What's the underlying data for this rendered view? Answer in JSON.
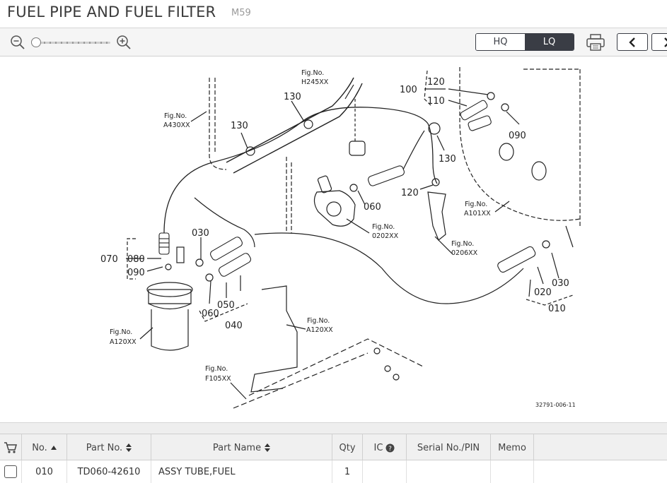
{
  "header": {
    "title": "FUEL PIPE AND FUEL FILTER",
    "subtitle": "M59"
  },
  "toolbar": {
    "quality_options": [
      "HQ",
      "LQ"
    ],
    "selected_quality": "LQ",
    "zoom_level": 0
  },
  "diagram": {
    "labels": {
      "n130a": "130",
      "n130b": "130",
      "n130c": "130",
      "n100": "100",
      "n120a": "120",
      "n110": "110",
      "n090a": "090",
      "n120b": "120",
      "n060a": "060",
      "n070": "070",
      "n080": "080",
      "n090b": "090",
      "n030a": "030",
      "n060b": "060",
      "n050": "050",
      "n040": "040",
      "n020": "020",
      "n030b": "030",
      "n010": "010"
    },
    "fig_refs": {
      "h245": {
        "a": "Fig.No.",
        "b": "H245XX"
      },
      "a430": {
        "a": "Fig.No.",
        "b": "A430XX"
      },
      "a101": {
        "a": "Fig.No.",
        "b": "A101XX"
      },
      "f0202": {
        "a": "Fig.No.",
        "b": "0202XX"
      },
      "f0206": {
        "a": "Fig.No.",
        "b": "0206XX"
      },
      "a120a": {
        "a": "Fig.No.",
        "b": "A120XX"
      },
      "a120b": {
        "a": "Fig.No.",
        "b": "A120XX"
      },
      "f105": {
        "a": "Fig.No.",
        "b": "F105XX"
      }
    },
    "drawing_code": "32791-006-11"
  },
  "table": {
    "columns": {
      "no": "No.",
      "part_no": "Part No.",
      "part_name": "Part Name",
      "qty": "Qty",
      "ic": "IC",
      "serial": "Serial No./PIN",
      "memo": "Memo"
    },
    "rows": [
      {
        "no": "010",
        "part_no": "TD060-42610",
        "part_name": "ASSY TUBE,FUEL",
        "qty": "1",
        "ic": "",
        "serial": "",
        "memo": ""
      }
    ]
  }
}
